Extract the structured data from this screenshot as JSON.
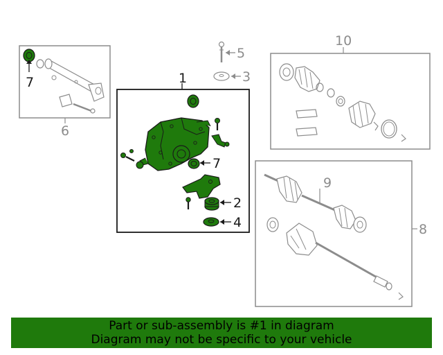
{
  "colors": {
    "highlight": "#1f7a0c",
    "line_gray": "#8c8c8c",
    "dark_line": "#1a1a1a",
    "banner_bg": "#1f7a0c"
  },
  "callouts": {
    "c1": "1",
    "c2": "2",
    "c3": "3",
    "c4": "4",
    "c5": "5",
    "c6": "6",
    "c7_left": "7",
    "c7_center": "7",
    "c8": "8",
    "c9": "9",
    "c10": "10"
  },
  "banner": {
    "line1": "Part or sub-assembly is #1 in diagram",
    "line2": "Diagram may not be specific to your vehicle"
  }
}
